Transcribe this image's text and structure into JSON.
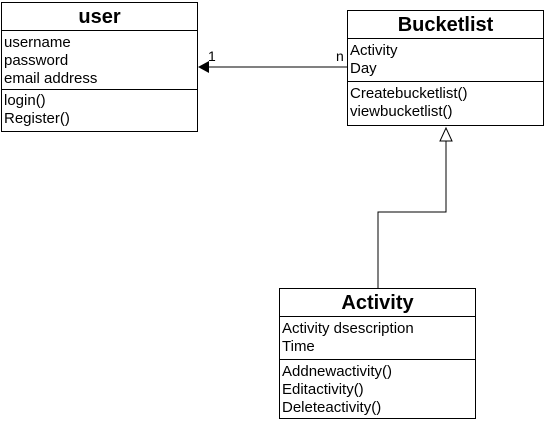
{
  "classes": {
    "user": {
      "name": "user",
      "attributes": [
        "username",
        "password",
        "email address"
      ],
      "operations": [
        "login()",
        "Register()"
      ]
    },
    "bucketlist": {
      "name": "Bucketlist",
      "attributes": [
        "Activity",
        "Day"
      ],
      "operations": [
        "Createbucketlist()",
        "viewbucketlist()"
      ]
    },
    "activity": {
      "name": "Activity",
      "attributes": [
        "Activity dsescription",
        "Time"
      ],
      "operations": [
        "Addnewactivity()",
        "Editactivity()",
        "Deleteactivity()"
      ]
    }
  },
  "association": {
    "multiplicity_user": "1",
    "multiplicity_bucketlist": "n"
  }
}
